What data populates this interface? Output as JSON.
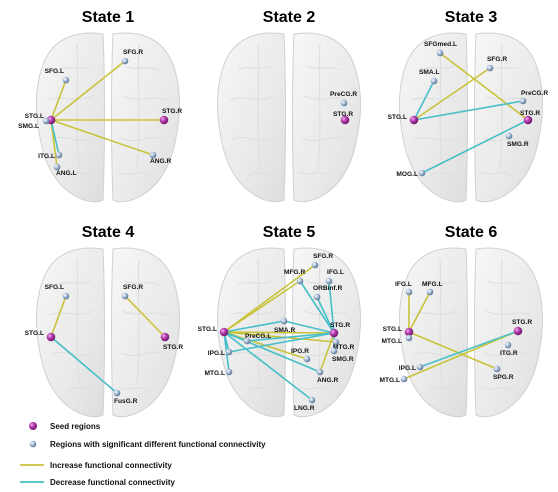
{
  "colors": {
    "increase": "#c9c33a",
    "decrease": "#46bfc8",
    "seed": "#a0309a",
    "region": "#8fa8c6"
  },
  "panels": [
    {
      "title": "State 1",
      "nodes": [
        {
          "id": "SFG.L",
          "type": "region"
        },
        {
          "id": "SFG.R",
          "type": "region"
        },
        {
          "id": "STG.L",
          "type": "seed"
        },
        {
          "id": "SMG.L",
          "type": "region"
        },
        {
          "id": "STG.R",
          "type": "seed"
        },
        {
          "id": "ANG.R",
          "type": "region"
        },
        {
          "id": "ITG.L",
          "type": "region"
        },
        {
          "id": "ANG.L",
          "type": "region"
        }
      ],
      "edges": [
        {
          "from": "STG.L",
          "to": "SFG.L",
          "kind": "increase"
        },
        {
          "from": "STG.L",
          "to": "SFG.R",
          "kind": "increase"
        },
        {
          "from": "STG.L",
          "to": "STG.R",
          "kind": "increase"
        },
        {
          "from": "STG.L",
          "to": "ANG.R",
          "kind": "increase"
        },
        {
          "from": "STG.L",
          "to": "ANG.L",
          "kind": "increase"
        },
        {
          "from": "STG.L",
          "to": "ITG.L",
          "kind": "decrease"
        }
      ]
    },
    {
      "title": "State 2",
      "nodes": [
        {
          "id": "PreCG.R",
          "type": "region"
        },
        {
          "id": "STG.R",
          "type": "seed"
        }
      ],
      "edges": []
    },
    {
      "title": "State 3",
      "nodes": [
        {
          "id": "SFGmed.L",
          "type": "region"
        },
        {
          "id": "SFG.R",
          "type": "region"
        },
        {
          "id": "SMA.L",
          "type": "region"
        },
        {
          "id": "PreCG.R",
          "type": "region"
        },
        {
          "id": "STG.L",
          "type": "seed"
        },
        {
          "id": "STG.R",
          "type": "seed"
        },
        {
          "id": "SMG.R",
          "type": "region"
        },
        {
          "id": "MOG.L",
          "type": "region"
        }
      ],
      "edges": [
        {
          "from": "STG.L",
          "to": "SFG.R",
          "kind": "increase"
        },
        {
          "from": "STG.R",
          "to": "SFGmed.L",
          "kind": "increase"
        },
        {
          "from": "STG.L",
          "to": "SMA.L",
          "kind": "decrease"
        },
        {
          "from": "STG.L",
          "to": "PreCG.R",
          "kind": "decrease"
        },
        {
          "from": "STG.R",
          "to": "MOG.L",
          "kind": "decrease"
        }
      ]
    },
    {
      "title": "State 4",
      "nodes": [
        {
          "id": "SFG.L",
          "type": "region"
        },
        {
          "id": "SFG.R",
          "type": "region"
        },
        {
          "id": "STG.L",
          "type": "seed"
        },
        {
          "id": "STG.R",
          "type": "seed"
        },
        {
          "id": "FusG.R",
          "type": "region"
        }
      ],
      "edges": [
        {
          "from": "STG.L",
          "to": "SFG.L",
          "kind": "increase"
        },
        {
          "from": "STG.R",
          "to": "SFG.R",
          "kind": "increase"
        },
        {
          "from": "STG.L",
          "to": "FusG.R",
          "kind": "decrease"
        }
      ]
    },
    {
      "title": "State 5",
      "nodes": [
        {
          "id": "SFG.R",
          "type": "region"
        },
        {
          "id": "MFG.R",
          "type": "region"
        },
        {
          "id": "IFG.L",
          "type": "region"
        },
        {
          "id": "ORBinf.R",
          "type": "region"
        },
        {
          "id": "SMA.R",
          "type": "region"
        },
        {
          "id": "STG.L",
          "type": "seed"
        },
        {
          "id": "STG.R",
          "type": "seed"
        },
        {
          "id": "PreCG.L",
          "type": "region"
        },
        {
          "id": "MTG.R",
          "type": "region"
        },
        {
          "id": "IPG.L",
          "type": "region"
        },
        {
          "id": "SMG.R",
          "type": "region"
        },
        {
          "id": "IPG.R",
          "type": "region"
        },
        {
          "id": "MTG.L",
          "type": "region"
        },
        {
          "id": "ANG.R",
          "type": "region"
        },
        {
          "id": "LNG.R",
          "type": "region"
        }
      ],
      "edges": [
        {
          "from": "STG.L",
          "to": "SFG.R",
          "kind": "increase"
        },
        {
          "from": "STG.L",
          "to": "MFG.R",
          "kind": "increase"
        },
        {
          "from": "STG.L",
          "to": "STG.R",
          "kind": "increase"
        },
        {
          "from": "STG.L",
          "to": "MTG.R",
          "kind": "increase"
        },
        {
          "from": "STG.L",
          "to": "IPG.R",
          "kind": "increase"
        },
        {
          "from": "STG.R",
          "to": "ANG.R",
          "kind": "increase"
        },
        {
          "from": "STG.L",
          "to": "SMA.R",
          "kind": "decrease"
        },
        {
          "from": "STG.L",
          "to": "PreCG.L",
          "kind": "decrease"
        },
        {
          "from": "STG.L",
          "to": "IPG.L",
          "kind": "decrease"
        },
        {
          "from": "STG.L",
          "to": "MTG.L",
          "kind": "decrease"
        },
        {
          "from": "STG.L",
          "to": "LNG.R",
          "kind": "decrease"
        },
        {
          "from": "STG.L",
          "to": "ANG.R",
          "kind": "decrease"
        },
        {
          "from": "STG.R",
          "to": "IFG.L",
          "kind": "decrease"
        },
        {
          "from": "STG.R",
          "to": "ORBinf.R",
          "kind": "decrease"
        },
        {
          "from": "STG.R",
          "to": "MFG.R",
          "kind": "decrease"
        },
        {
          "from": "STG.R",
          "to": "SMA.R",
          "kind": "decrease"
        },
        {
          "from": "STG.R",
          "to": "PreCG.L",
          "kind": "decrease"
        },
        {
          "from": "STG.R",
          "to": "IPG.L",
          "kind": "decrease"
        },
        {
          "from": "STG.R",
          "to": "SMG.R",
          "kind": "decrease"
        }
      ]
    },
    {
      "title": "State 6",
      "nodes": [
        {
          "id": "IFG.L",
          "type": "region"
        },
        {
          "id": "MFG.L",
          "type": "region"
        },
        {
          "id": "STG.L",
          "type": "seed"
        },
        {
          "id": "STG.R",
          "type": "seed"
        },
        {
          "id": "MTG.L",
          "type": "region"
        },
        {
          "id": "ITG.R",
          "type": "region"
        },
        {
          "id": "IPG.L",
          "type": "region"
        },
        {
          "id": "SPG.R",
          "type": "region"
        },
        {
          "id": "MTG.L2",
          "label": "MTG.L",
          "type": "region"
        }
      ],
      "edges": [
        {
          "from": "STG.L",
          "to": "IFG.L",
          "kind": "increase"
        },
        {
          "from": "STG.L",
          "to": "MFG.L",
          "kind": "increase"
        },
        {
          "from": "STG.L",
          "to": "MTG.L",
          "kind": "increase"
        },
        {
          "from": "STG.L",
          "to": "SPG.R",
          "kind": "increase"
        },
        {
          "from": "STG.R",
          "to": "MTG.L2",
          "kind": "increase"
        },
        {
          "from": "STG.R",
          "to": "IPG.L",
          "kind": "decrease"
        }
      ]
    }
  ],
  "legend": {
    "seed_label": "Seed regions",
    "region_label": "Regions with significant different  functional connectivity",
    "increase_label": "Increase functional connectivity",
    "decrease_label": "Decrease functional connectivity"
  }
}
